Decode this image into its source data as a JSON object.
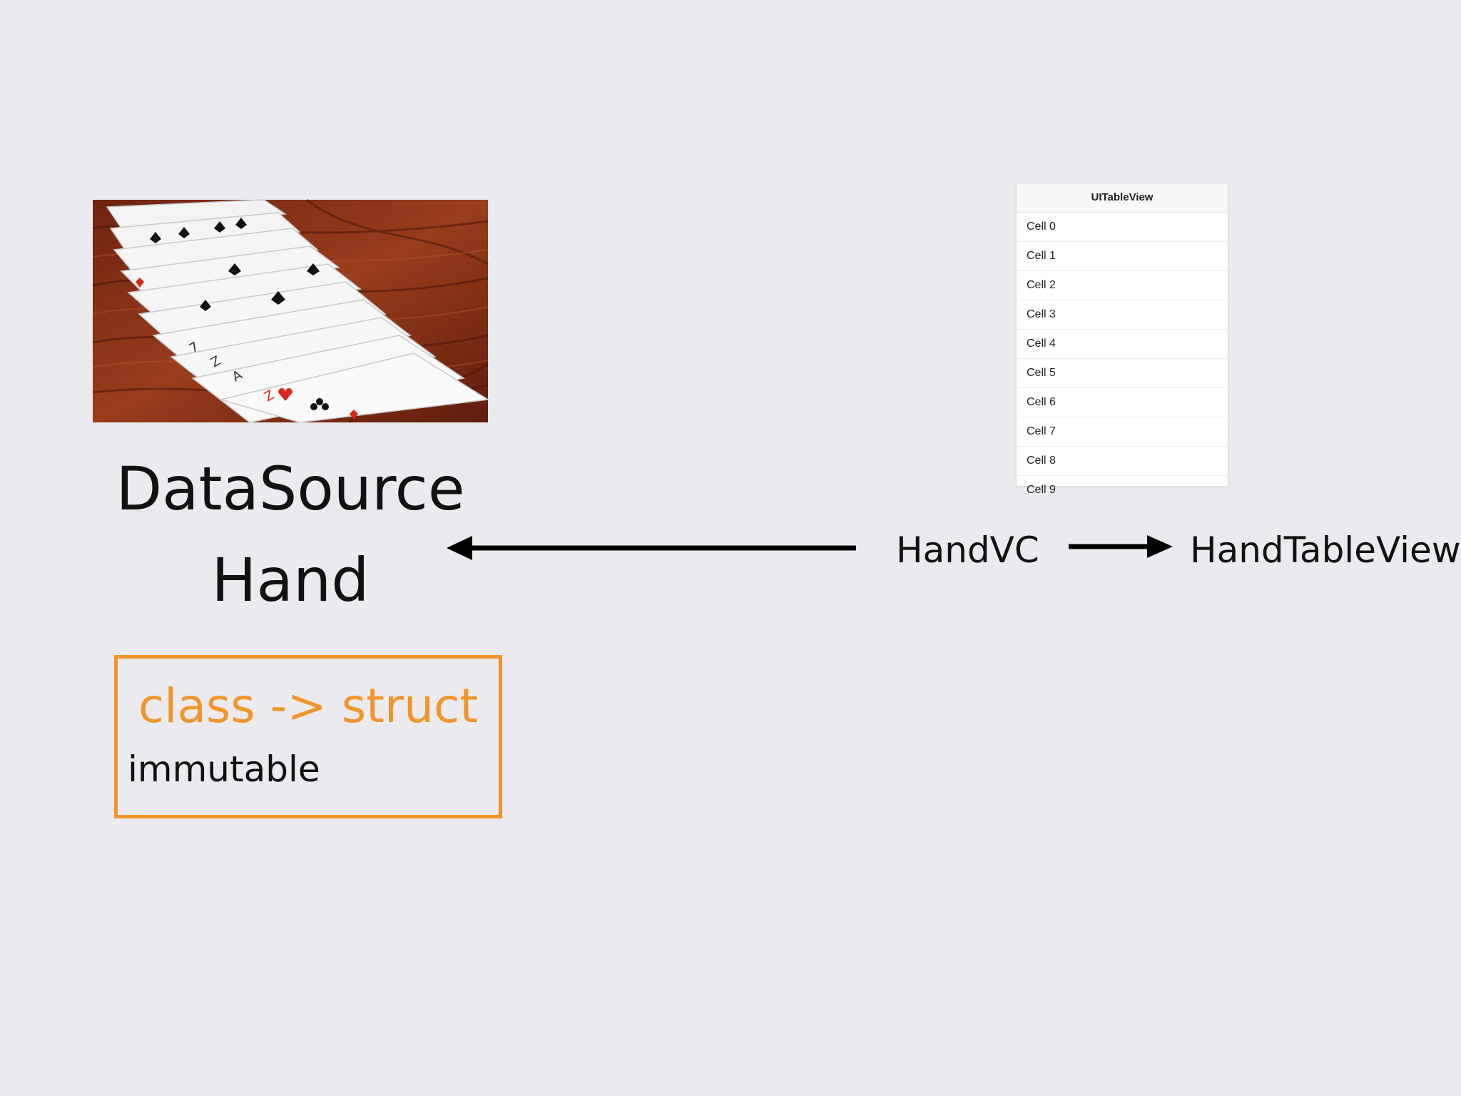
{
  "datasource": {
    "title": "DataSource",
    "model": "Hand"
  },
  "note": {
    "title": "class -> struct",
    "subtitle": "immutable"
  },
  "table_view": {
    "header": "UITableView",
    "cells": [
      "Cell 0",
      "Cell 1",
      "Cell 2",
      "Cell 3",
      "Cell 4",
      "Cell 5",
      "Cell 6",
      "Cell 7",
      "Cell 8",
      "Cell 9"
    ]
  },
  "flow": {
    "controller": "HandVC",
    "view": "HandTableView"
  },
  "colors": {
    "accent": "#f0952a",
    "background": "#ebebef",
    "wood": "#8a3417"
  },
  "image": {
    "subject": "playing-cards-on-wood-photo"
  }
}
